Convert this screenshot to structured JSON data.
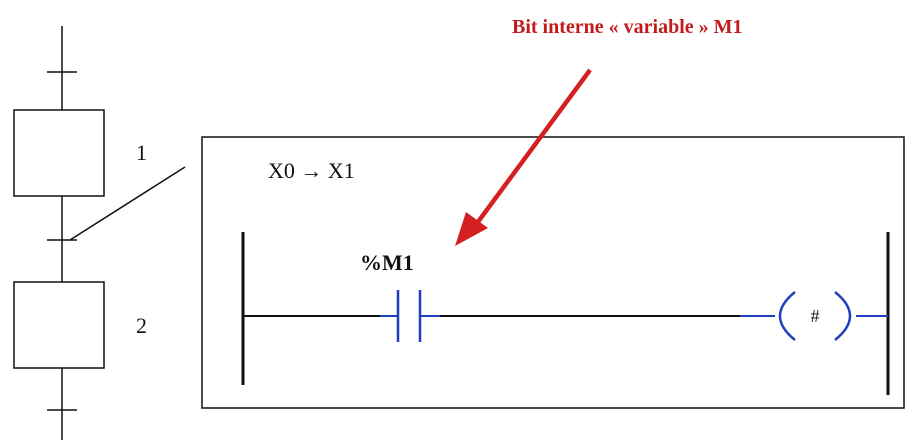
{
  "annotation": {
    "text": "Bit interne « variable » M1",
    "color": "#c21b1b"
  },
  "grafcet": {
    "steps": [
      {
        "number": "1"
      },
      {
        "number": "2"
      }
    ]
  },
  "ladder": {
    "transition_label": "X0 → X1",
    "contact_label": "%M1",
    "coil_symbol": "#",
    "element_color": "#1f3fbf"
  }
}
